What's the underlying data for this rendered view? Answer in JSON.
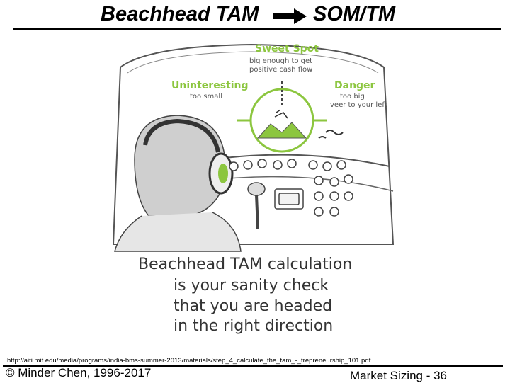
{
  "title": {
    "left": "Beachhead TAM",
    "right": "SOM/TM",
    "arrow_icon": "bold-right-arrow"
  },
  "cartoon": {
    "sweet_spot": {
      "label": "Sweet Spot",
      "line1": "big enough to get",
      "line2": "positive cash flow"
    },
    "uninteresting": {
      "label": "Uninteresting",
      "line1": "too small"
    },
    "danger": {
      "label": "Danger",
      "line1": "too big",
      "line2": "veer to your left"
    },
    "caption": [
      "Beachhead TAM calculation",
      "is your sanity check",
      "that you are headed",
      "in the right direction"
    ],
    "accent_color": "#8cc63f"
  },
  "footer": {
    "source_url": "http://aiti.mit.edu/media/programs/india-bms-summer-2013/materials/step_4_calculate_the_tam_-_trepreneurship_101.pdf",
    "copyright": "© Minder Chen, 1996-2017",
    "page": "Market Sizing - 36"
  }
}
